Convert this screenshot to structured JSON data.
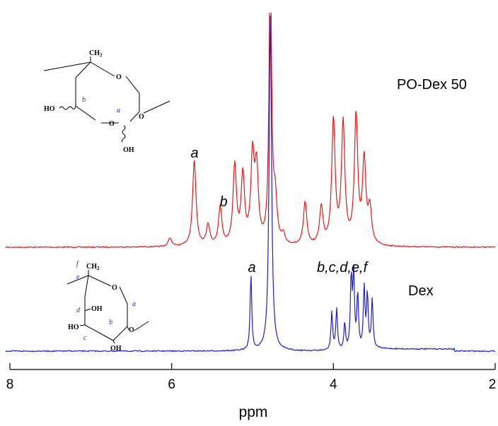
{
  "chart_data": {
    "type": "line",
    "xlabel": "ppm",
    "xlim": [
      8,
      2
    ],
    "x_reversed": true,
    "ticks": [
      "8",
      "6",
      "4",
      "2"
    ],
    "grid": false,
    "series": [
      {
        "name": "PO-Dex 50",
        "color": "#e31a1c",
        "peaks": [
          {
            "x": 6.02,
            "y": 0.05
          },
          {
            "x": 5.72,
            "y": 0.5
          },
          {
            "x": 5.55,
            "y": 0.12
          },
          {
            "x": 5.4,
            "y": 0.22
          },
          {
            "x": 5.22,
            "y": 0.46
          },
          {
            "x": 5.12,
            "y": 0.4
          },
          {
            "x": 5.0,
            "y": 0.49
          },
          {
            "x": 4.95,
            "y": 0.42
          },
          {
            "x": 4.78,
            "y": 1.7
          },
          {
            "x": 4.72,
            "y": 0.25
          },
          {
            "x": 4.62,
            "y": 0.05
          },
          {
            "x": 4.35,
            "y": 0.25
          },
          {
            "x": 4.15,
            "y": 0.22
          },
          {
            "x": 4.0,
            "y": 0.72
          },
          {
            "x": 3.88,
            "y": 0.7
          },
          {
            "x": 3.72,
            "y": 0.74
          },
          {
            "x": 3.62,
            "y": 0.48
          },
          {
            "x": 3.55,
            "y": 0.2
          }
        ]
      },
      {
        "name": "Dex",
        "color": "#1f1fc8",
        "peaks": [
          {
            "x": 5.02,
            "y": 0.44
          },
          {
            "x": 4.78,
            "y": 1.95
          },
          {
            "x": 4.02,
            "y": 0.22
          },
          {
            "x": 3.96,
            "y": 0.24
          },
          {
            "x": 3.86,
            "y": 0.15
          },
          {
            "x": 3.78,
            "y": 0.42
          },
          {
            "x": 3.75,
            "y": 0.42
          },
          {
            "x": 3.7,
            "y": 0.32
          },
          {
            "x": 3.62,
            "y": 0.36
          },
          {
            "x": 3.58,
            "y": 0.32
          },
          {
            "x": 3.52,
            "y": 0.28
          }
        ]
      }
    ],
    "annotations": {
      "po_a": "a",
      "po_b": "b",
      "dex_a": "a",
      "dex_bcdef": "b,c,d,e,f"
    }
  },
  "structures": {
    "top": {
      "ch2": "CH",
      "ch2_sub": "2",
      "ho": "HO",
      "oh": "OH",
      "o": "O",
      "b": "b",
      "a": "a"
    },
    "bottom": {
      "f": "f",
      "e": "e",
      "ch2": "CH",
      "ch2_sub": "2",
      "o": "O",
      "d": "d",
      "oh1": "OH",
      "ho": "HO",
      "c": "c",
      "b": "b",
      "a": "a",
      "oh2": "OH"
    }
  }
}
